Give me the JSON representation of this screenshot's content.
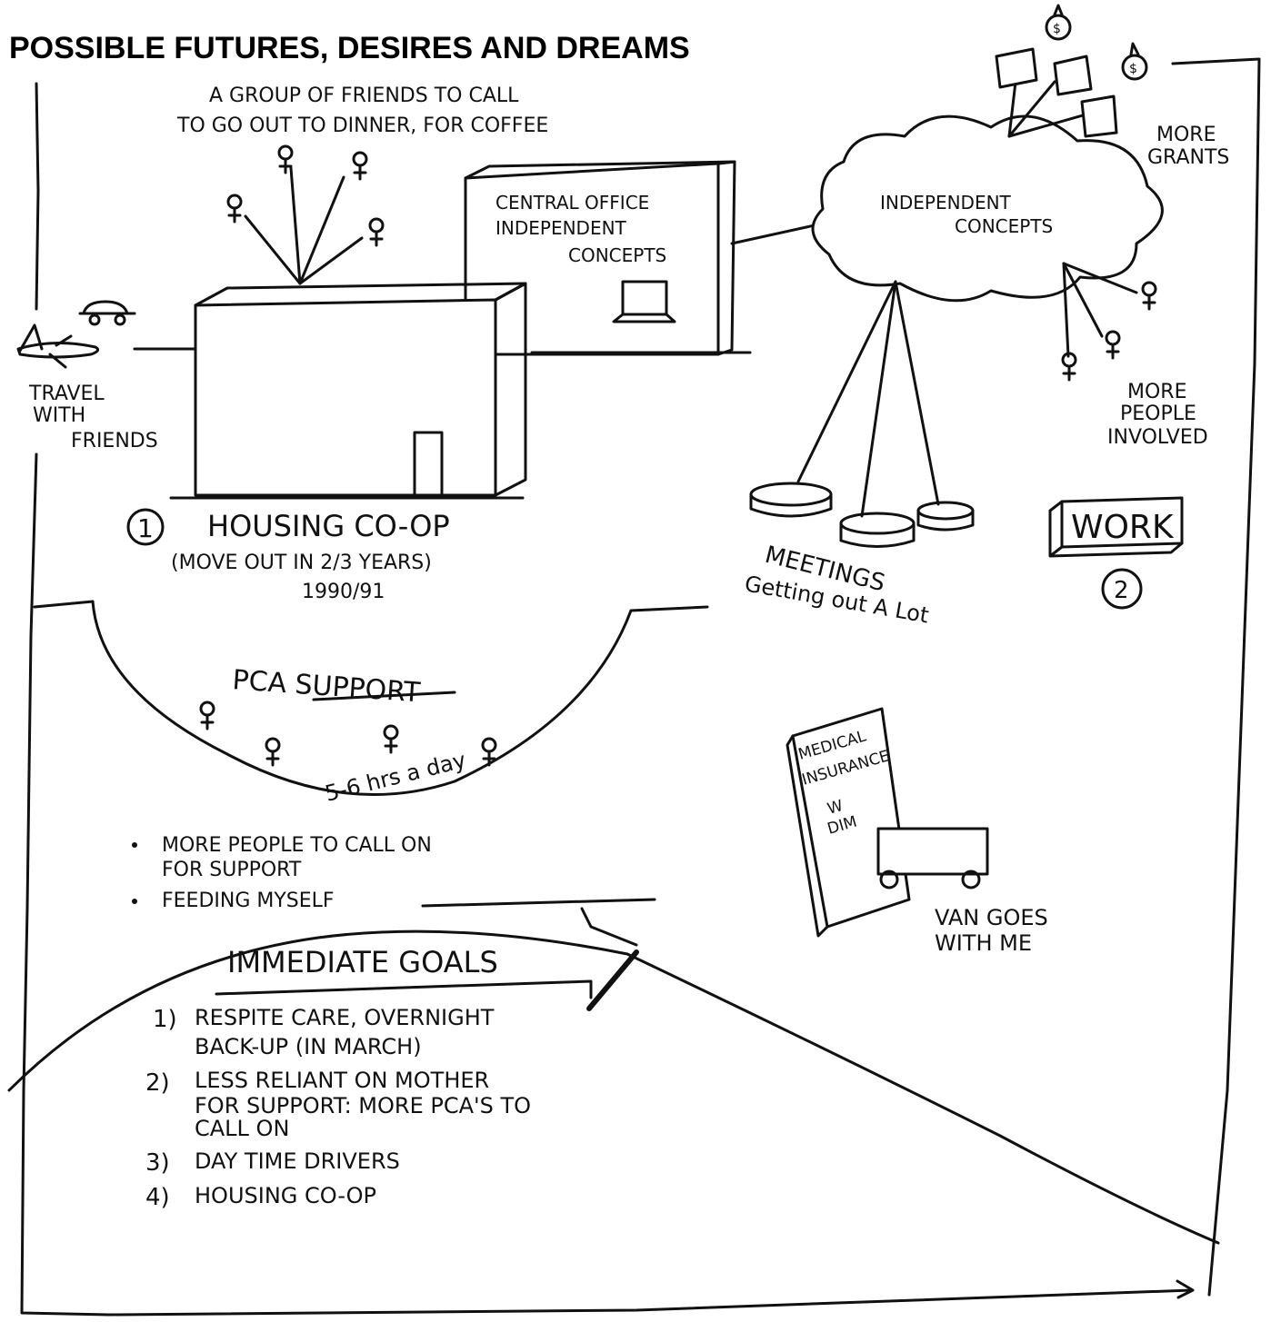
{
  "title": "POSSIBLE FUTURES, DESIRES AND DREAMS",
  "friends_note": [
    "A GROUP OF FRIENDS TO CALL",
    "TO GO OUT TO DINNER, FOR COFFEE"
  ],
  "central_office": [
    "CENTRAL OFFICE",
    "INDEPENDENT",
    "CONCEPTS"
  ],
  "cloud": [
    "INDEPENDENT",
    "CONCEPTS"
  ],
  "more_grants": [
    "MORE",
    "GRANTS"
  ],
  "more_people": [
    "MORE",
    "PEOPLE",
    "INVOLVED"
  ],
  "travel": [
    "TRAVEL",
    "WITH",
    "FRIENDS"
  ],
  "housing": {
    "number": "1",
    "label": "HOUSING CO-OP",
    "note": "(MOVE OUT IN 2/3 YEARS)",
    "years": "1990/91"
  },
  "meetings": [
    "MEETINGS",
    "Getting out A Lot"
  ],
  "work": {
    "label": "WORK",
    "number": "2"
  },
  "pca": {
    "label": "PCA SUPPORT",
    "hours": "5-6 hrs a day"
  },
  "bullets": [
    "MORE PEOPLE TO CALL ON",
    "FOR SUPPORT",
    "FEEDING MYSELF"
  ],
  "medical": [
    "MEDICAL",
    "INSURANCE",
    "W",
    "DIM"
  ],
  "van": [
    "VAN GOES",
    "WITH ME"
  ],
  "goals": {
    "heading": "IMMEDIATE GOALS",
    "items": [
      [
        "1)",
        "RESPITE CARE, OVERNIGHT",
        "BACK-UP (IN MARCH)"
      ],
      [
        "2)",
        "LESS RELIANT ON MOTHER",
        "FOR SUPPORT: MORE PCA'S TO",
        "CALL ON"
      ],
      [
        "3)",
        "DAY TIME DRIVERS"
      ],
      [
        "4)",
        "HOUSING CO-OP"
      ]
    ]
  }
}
